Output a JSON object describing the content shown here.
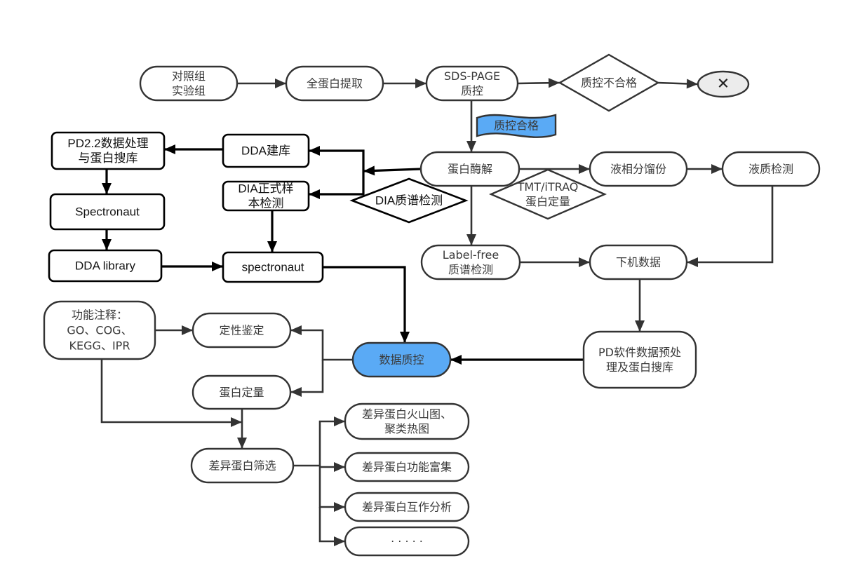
{
  "diagram": {
    "title": "",
    "nodes": [
      {
        "id": "groups",
        "shape": "rounded",
        "style": "gray",
        "lines": [
          "对照组",
          "实验组"
        ]
      },
      {
        "id": "extract",
        "shape": "rounded",
        "style": "gray",
        "lines": [
          "全蛋白提取"
        ]
      },
      {
        "id": "sdspage",
        "shape": "rounded",
        "style": "gray",
        "lines": [
          "SDS-PAGE",
          "质控"
        ]
      },
      {
        "id": "qc_fail",
        "shape": "diamond",
        "style": "gray",
        "lines": [
          "质控不合格"
        ]
      },
      {
        "id": "end",
        "shape": "ellipse",
        "style": "end",
        "lines": [
          "✕"
        ]
      },
      {
        "id": "qc_pass",
        "shape": "banner",
        "style": "blue",
        "lines": [
          "质控合格"
        ]
      },
      {
        "id": "digest",
        "shape": "rounded",
        "style": "gray",
        "lines": [
          "蛋白酶解"
        ]
      },
      {
        "id": "lc_frac",
        "shape": "rounded",
        "style": "gray",
        "lines": [
          "液相分馏份"
        ]
      },
      {
        "id": "ms_detect",
        "shape": "rounded",
        "style": "gray",
        "lines": [
          "液质检测"
        ]
      },
      {
        "id": "tmt",
        "shape": "diamond",
        "style": "gray",
        "lines": [
          "TMT/iTRAQ",
          "蛋白定量"
        ]
      },
      {
        "id": "dia_ms",
        "shape": "diamond",
        "style": "black",
        "lines": [
          "DIA质谱检测"
        ]
      },
      {
        "id": "dda_lib_build",
        "shape": "rect",
        "style": "black",
        "lines": [
          "DDA建库"
        ]
      },
      {
        "id": "dia_sample",
        "shape": "rect",
        "style": "black",
        "lines": [
          "DIA正式样",
          "本检测"
        ]
      },
      {
        "id": "pd22",
        "shape": "rect",
        "style": "black",
        "lines": [
          "PD2.2数据处理",
          "与蛋白搜库"
        ]
      },
      {
        "id": "spectronaut1",
        "shape": "rect",
        "style": "black",
        "lines": [
          "Spectronaut"
        ]
      },
      {
        "id": "dda_library",
        "shape": "rect",
        "style": "black",
        "lines": [
          "DDA library"
        ]
      },
      {
        "id": "spectronaut2",
        "shape": "rect",
        "style": "black",
        "lines": [
          "spectronaut"
        ]
      },
      {
        "id": "labelfree",
        "shape": "rounded",
        "style": "gray",
        "lines": [
          "Label-free",
          "质谱检测"
        ]
      },
      {
        "id": "raw_data",
        "shape": "rounded",
        "style": "gray",
        "lines": [
          "下机数据"
        ]
      },
      {
        "id": "pd_pre",
        "shape": "rounded",
        "style": "gray",
        "lines": [
          "PD软件数据预处",
          "理及蛋白搜库"
        ]
      },
      {
        "id": "data_qc",
        "shape": "rounded",
        "style": "blue",
        "lines": [
          "数据质控"
        ]
      },
      {
        "id": "func_annot",
        "shape": "rounded",
        "style": "gray",
        "lines": [
          "功能注释：",
          "GO、COG、",
          "KEGG、IPR"
        ]
      },
      {
        "id": "qual_id",
        "shape": "rounded",
        "style": "gray",
        "lines": [
          "定性鉴定"
        ]
      },
      {
        "id": "quant",
        "shape": "rounded",
        "style": "gray",
        "lines": [
          "蛋白定量"
        ]
      },
      {
        "id": "diff_screen",
        "shape": "rounded",
        "style": "gray",
        "lines": [
          "差异蛋白筛选"
        ]
      },
      {
        "id": "volcano",
        "shape": "rounded",
        "style": "gray",
        "lines": [
          "差异蛋白火山图、",
          "聚类热图"
        ]
      },
      {
        "id": "enrich",
        "shape": "rounded",
        "style": "gray",
        "lines": [
          "差异蛋白功能富集"
        ]
      },
      {
        "id": "interact",
        "shape": "rounded",
        "style": "gray",
        "lines": [
          "差异蛋白互作分析"
        ]
      },
      {
        "id": "more",
        "shape": "rounded",
        "style": "gray",
        "lines": [
          "· · · · ·"
        ]
      }
    ],
    "edges": [
      {
        "from": "groups",
        "to": "extract"
      },
      {
        "from": "extract",
        "to": "sdspage"
      },
      {
        "from": "sdspage",
        "to": "qc_fail"
      },
      {
        "from": "qc_fail",
        "to": "end"
      },
      {
        "from": "sdspage",
        "to": "digest",
        "label_node": "qc_pass"
      },
      {
        "from": "digest",
        "to": "lc_frac",
        "label_node": "tmt"
      },
      {
        "from": "lc_frac",
        "to": "ms_detect"
      },
      {
        "from": "ms_detect",
        "to": "raw_data"
      },
      {
        "from": "digest",
        "to": "labelfree"
      },
      {
        "from": "labelfree",
        "to": "raw_data"
      },
      {
        "from": "raw_data",
        "to": "pd_pre"
      },
      {
        "from": "pd_pre",
        "to": "data_qc"
      },
      {
        "from": "digest",
        "to": "dda_lib_build",
        "label_node": "dia_ms"
      },
      {
        "from": "digest",
        "to": "dia_sample",
        "label_node": "dia_ms"
      },
      {
        "from": "dda_lib_build",
        "to": "pd22"
      },
      {
        "from": "pd22",
        "to": "spectronaut1"
      },
      {
        "from": "spectronaut1",
        "to": "dda_library"
      },
      {
        "from": "dda_library",
        "to": "spectronaut2"
      },
      {
        "from": "dia_sample",
        "to": "spectronaut2"
      },
      {
        "from": "spectronaut2",
        "to": "data_qc"
      },
      {
        "from": "data_qc",
        "to": "qual_id"
      },
      {
        "from": "data_qc",
        "to": "quant"
      },
      {
        "from": "func_annot",
        "to": "qual_id"
      },
      {
        "from": "func_annot",
        "to": "diff_screen"
      },
      {
        "from": "quant",
        "to": "diff_screen"
      },
      {
        "from": "diff_screen",
        "to": "volcano"
      },
      {
        "from": "diff_screen",
        "to": "enrich"
      },
      {
        "from": "diff_screen",
        "to": "interact"
      },
      {
        "from": "diff_screen",
        "to": "more"
      }
    ],
    "colors": {
      "highlight": "#5aaaf5",
      "stroke_gray": "#333333",
      "stroke_black": "#000000",
      "end_fill": "#ececec"
    }
  }
}
